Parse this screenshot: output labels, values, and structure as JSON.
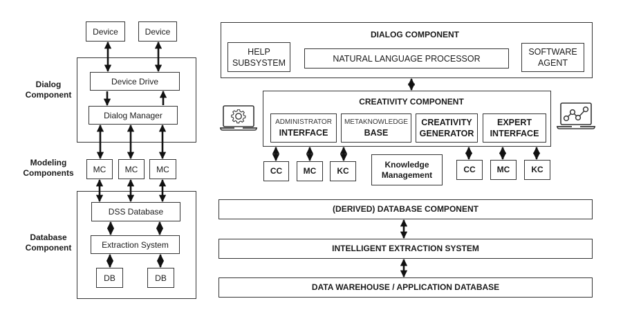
{
  "left": {
    "labels": {
      "dialog": [
        "Dialog",
        "Component"
      ],
      "modeling": [
        "Modeling",
        "Components"
      ],
      "database": [
        "Database",
        "Component"
      ]
    },
    "devices": [
      "Device",
      "Device"
    ],
    "device_drive": "Device Drive",
    "dialog_manager": "Dialog Manager",
    "mcs": [
      "MC",
      "MC",
      "MC"
    ],
    "dss_database": "DSS Database",
    "extraction_system": "Extraction System",
    "dbs": [
      "DB",
      "DB"
    ]
  },
  "right": {
    "dialog_component": {
      "title": "DIALOG COMPONENT",
      "help": [
        "HELP",
        "SUBSYSTEM"
      ],
      "nlp": "NATURAL LANGUAGE PROCESSOR",
      "agent": [
        "SOFTWARE",
        "AGENT"
      ]
    },
    "creativity_component": {
      "title": "CREATIVITY COMPONENT",
      "modules": [
        {
          "top": "ADMINISTRATOR",
          "bottom": "INTERFACE"
        },
        {
          "top": "METAKNOWLEDGE",
          "bottom": "BASE"
        },
        {
          "top": "CREATIVITY",
          "bottom": "GENERATOR"
        },
        {
          "top": "EXPERT",
          "bottom": "INTERFACE"
        }
      ]
    },
    "left_components": [
      "CC",
      "MC",
      "KC"
    ],
    "knowledge_management": [
      "Knowledge",
      "Management"
    ],
    "right_components": [
      "CC",
      "MC",
      "KC"
    ],
    "derived_db": "(DERIVED) DATABASE COMPONENT",
    "intelligent_extraction": "INTELLIGENT EXTRACTION SYSTEM",
    "data_warehouse": "DATA WAREHOUSE / APPLICATION DATABASE",
    "icons": [
      "settings-laptop-icon",
      "analytics-laptop-icon"
    ]
  }
}
